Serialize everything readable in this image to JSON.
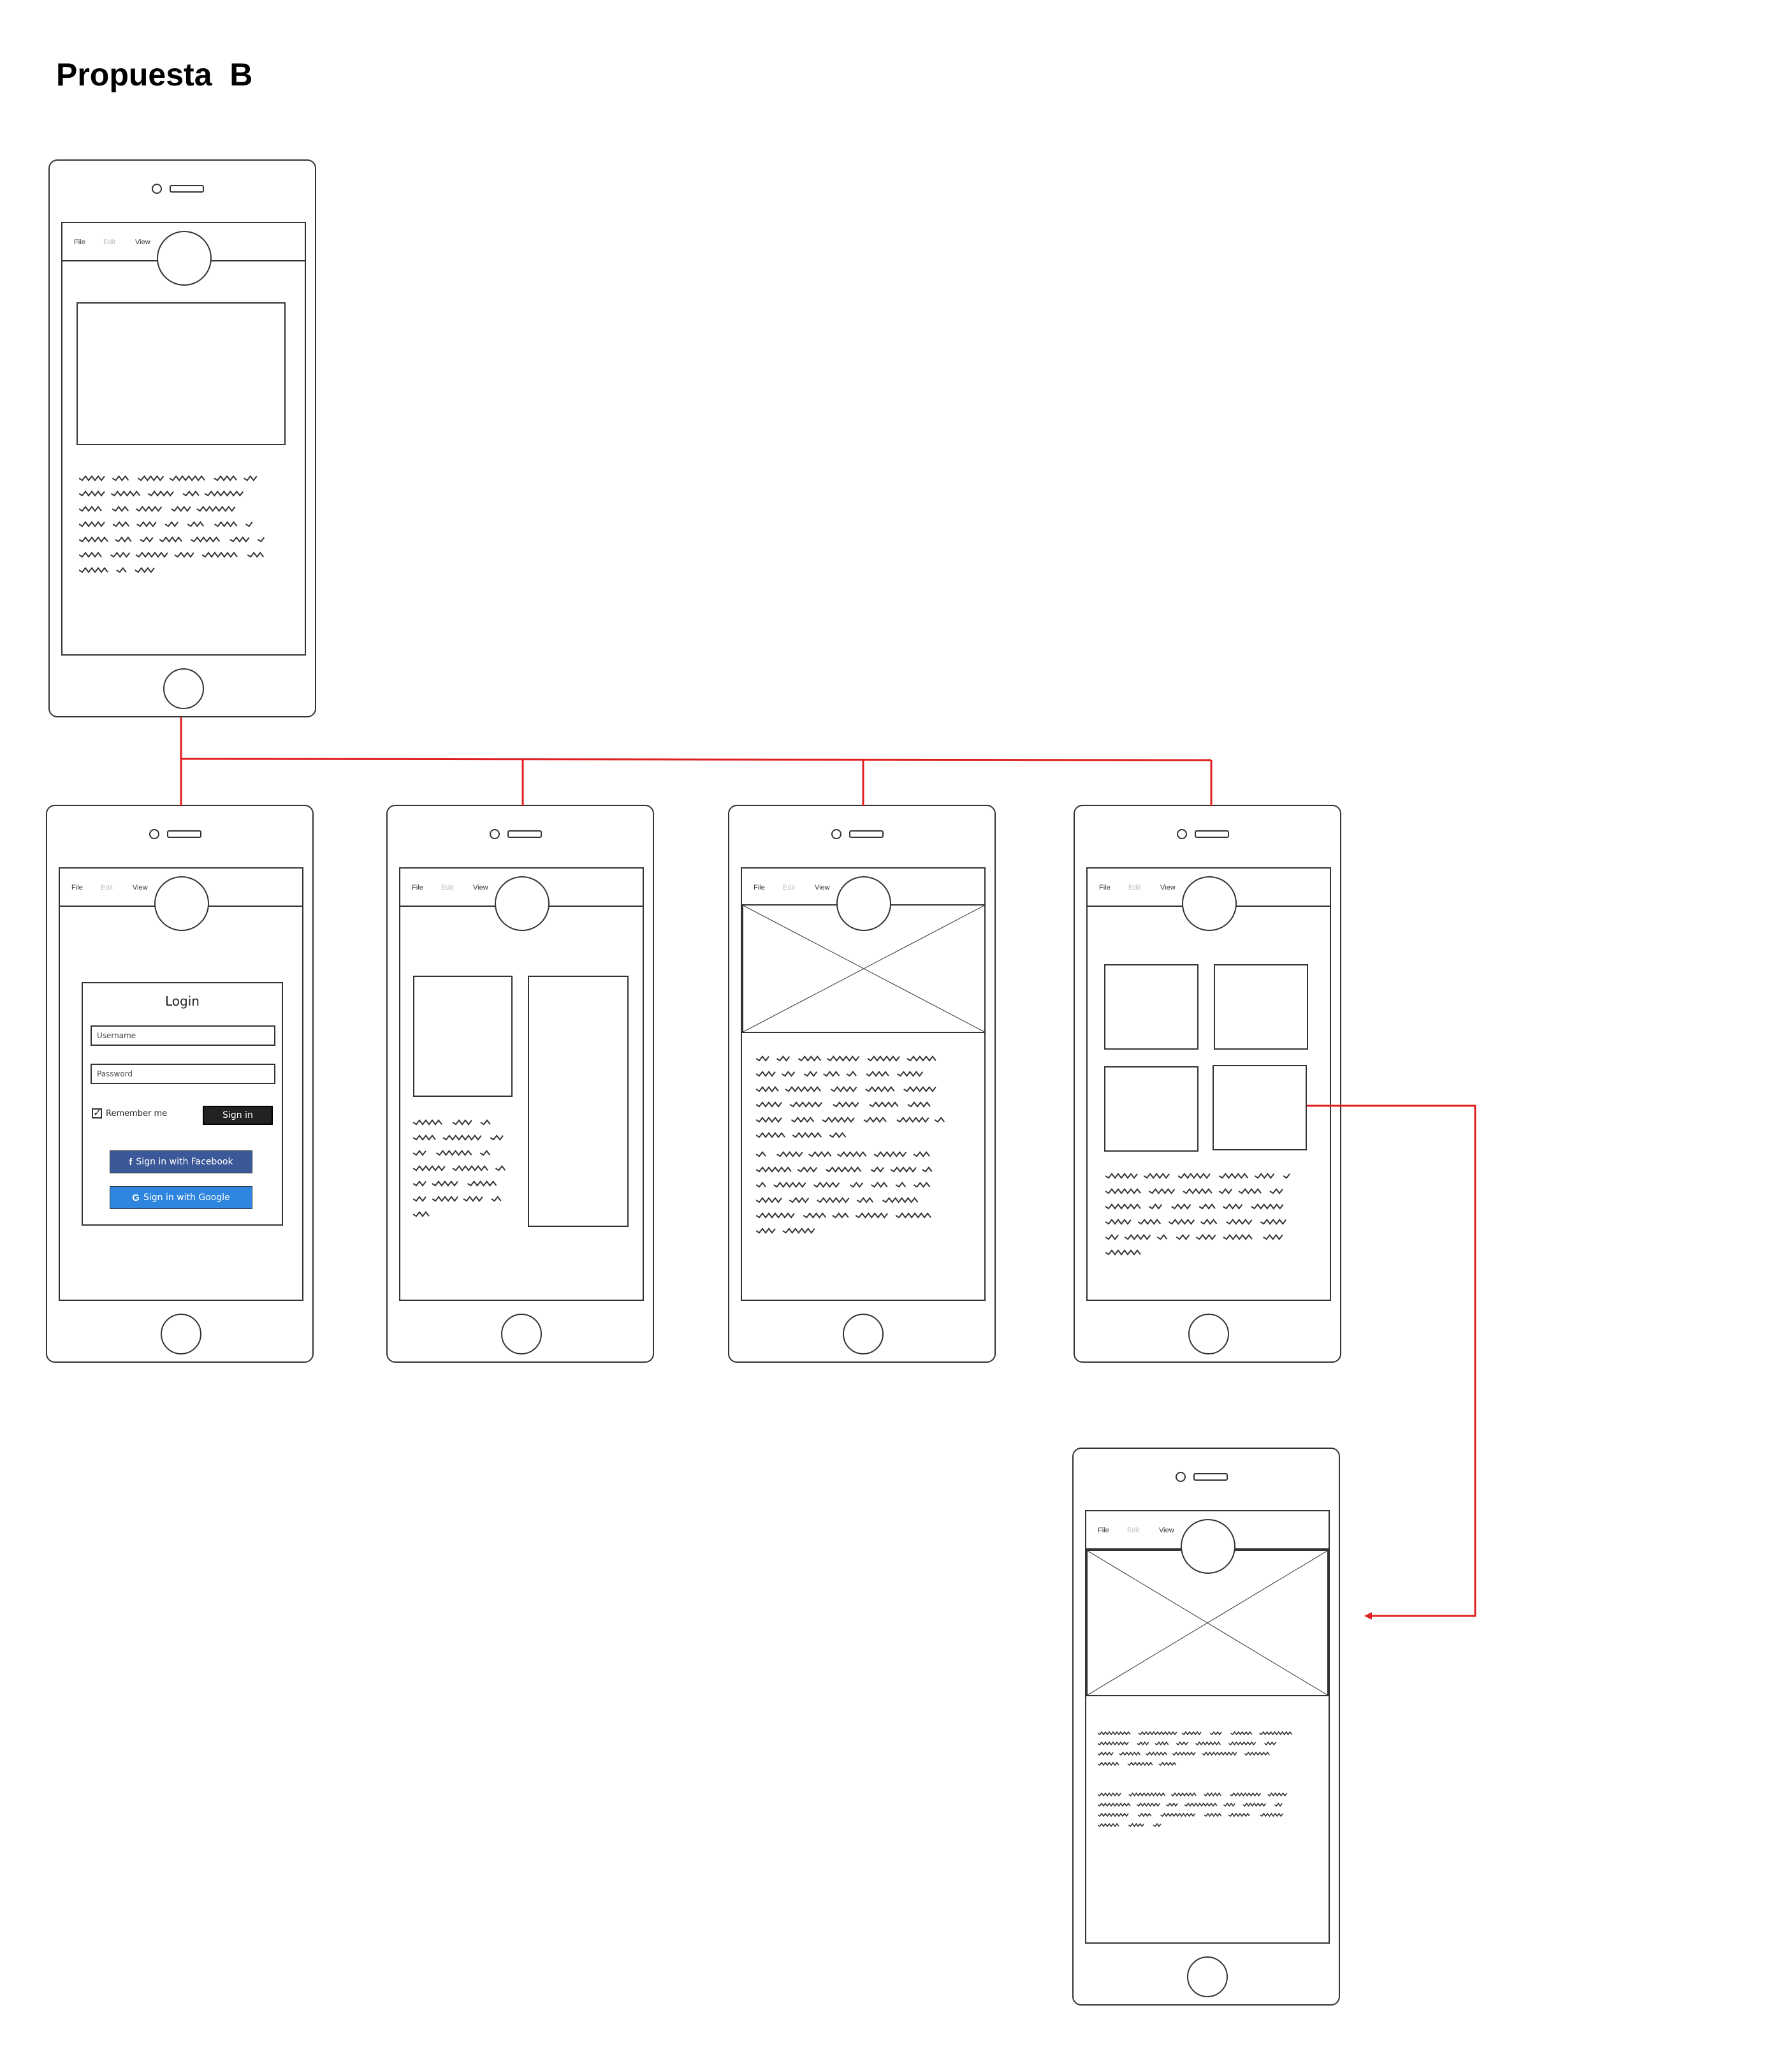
{
  "page": {
    "title": "Propuesta  B"
  },
  "menu": {
    "file": "File",
    "edit": "Edit",
    "view": "View"
  },
  "login": {
    "title": "Login",
    "username_placeholder": "Username",
    "password_placeholder": "Password",
    "remember_label": "Remember me",
    "signin_label": "Sign in",
    "facebook_label": "Sign in with Facebook",
    "google_label": "Sign in with Google",
    "facebook_icon": "f",
    "google_icon": "G"
  },
  "colors": {
    "connector": "#e02020",
    "outline": "#333333",
    "facebook": "#3b5998",
    "google": "#2e86de"
  },
  "icons": [
    "camera-icon",
    "speaker-icon",
    "home-button-icon",
    "checkbox-icon",
    "facebook-icon",
    "google-icon",
    "image-placeholder-icon"
  ]
}
